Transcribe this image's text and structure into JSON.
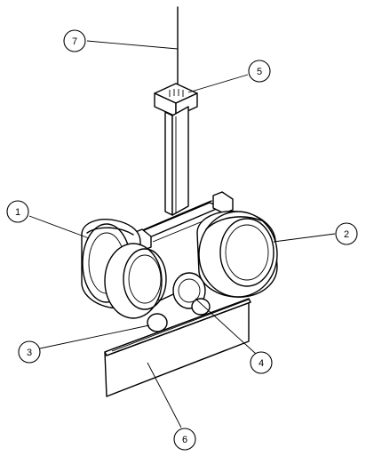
{
  "callouts": [
    {
      "id": "1",
      "label": "1",
      "part": "left-wheel"
    },
    {
      "id": "2",
      "label": "2",
      "part": "right-wheel"
    },
    {
      "id": "3",
      "label": "3",
      "part": "small-roller"
    },
    {
      "id": "4",
      "label": "4",
      "part": "center-roller"
    },
    {
      "id": "5",
      "label": "5",
      "part": "top-connector-block"
    },
    {
      "id": "6",
      "label": "6",
      "part": "bottom-plate"
    },
    {
      "id": "7",
      "label": "7",
      "part": "cable"
    }
  ],
  "colors": {
    "line": "#000000",
    "background": "#ffffff"
  }
}
